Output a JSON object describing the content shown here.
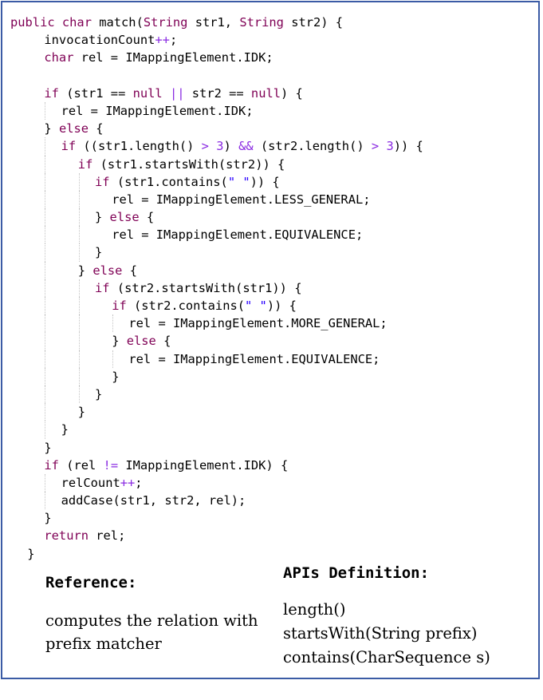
{
  "code_lines": [
    {
      "indent": 0,
      "segments": [
        {
          "t": "public",
          "c": "kw"
        },
        {
          "t": " "
        },
        {
          "t": "char",
          "c": "kw"
        },
        {
          "t": " match("
        },
        {
          "t": "String",
          "c": "kw"
        },
        {
          "t": " str1, "
        },
        {
          "t": "String",
          "c": "kw"
        },
        {
          "t": " str2) {"
        }
      ]
    },
    {
      "indent": 2,
      "segments": [
        {
          "t": "invocationCount"
        },
        {
          "t": "++",
          "c": "op"
        },
        {
          "t": ";"
        }
      ]
    },
    {
      "indent": 2,
      "segments": [
        {
          "t": "char",
          "c": "kw"
        },
        {
          "t": " rel = IMappingElement.IDK;"
        }
      ]
    },
    {
      "indent": 0,
      "segments": []
    },
    {
      "indent": 2,
      "segments": [
        {
          "t": "if",
          "c": "kw"
        },
        {
          "t": " (str1 == "
        },
        {
          "t": "null",
          "c": "kw"
        },
        {
          "t": " "
        },
        {
          "t": "||",
          "c": "op"
        },
        {
          "t": " str2 == "
        },
        {
          "t": "null",
          "c": "kw"
        },
        {
          "t": ") {"
        }
      ]
    },
    {
      "indent": 3,
      "segments": [
        {
          "t": "rel = IMappingElement.IDK;"
        }
      ]
    },
    {
      "indent": 2,
      "segments": [
        {
          "t": "} "
        },
        {
          "t": "else",
          "c": "kw"
        },
        {
          "t": " {"
        }
      ]
    },
    {
      "indent": 3,
      "segments": [
        {
          "t": "if",
          "c": "kw"
        },
        {
          "t": " ((str1.length() "
        },
        {
          "t": ">",
          "c": "op"
        },
        {
          "t": " "
        },
        {
          "t": "3",
          "c": "num"
        },
        {
          "t": ") "
        },
        {
          "t": "&&",
          "c": "op"
        },
        {
          "t": " (str2.length() "
        },
        {
          "t": ">",
          "c": "op"
        },
        {
          "t": " "
        },
        {
          "t": "3",
          "c": "num"
        },
        {
          "t": ")) {"
        }
      ]
    },
    {
      "indent": 4,
      "segments": [
        {
          "t": "if",
          "c": "kw"
        },
        {
          "t": " (str1.startsWith(str2)) {"
        }
      ]
    },
    {
      "indent": 5,
      "segments": [
        {
          "t": "if",
          "c": "kw"
        },
        {
          "t": " (str1.contains("
        },
        {
          "t": "\" \"",
          "c": "str"
        },
        {
          "t": ")) {"
        }
      ]
    },
    {
      "indent": 6,
      "segments": [
        {
          "t": "rel = IMappingElement.LESS_GENERAL;"
        }
      ]
    },
    {
      "indent": 5,
      "segments": [
        {
          "t": "} "
        },
        {
          "t": "else",
          "c": "kw"
        },
        {
          "t": " {"
        }
      ]
    },
    {
      "indent": 6,
      "segments": [
        {
          "t": "rel = IMappingElement.EQUIVALENCE;"
        }
      ]
    },
    {
      "indent": 5,
      "segments": [
        {
          "t": "}"
        }
      ]
    },
    {
      "indent": 4,
      "segments": [
        {
          "t": "} "
        },
        {
          "t": "else",
          "c": "kw"
        },
        {
          "t": " {"
        }
      ]
    },
    {
      "indent": 5,
      "segments": [
        {
          "t": "if",
          "c": "kw"
        },
        {
          "t": " (str2.startsWith(str1)) {"
        }
      ]
    },
    {
      "indent": 6,
      "segments": [
        {
          "t": "if",
          "c": "kw"
        },
        {
          "t": " (str2.contains("
        },
        {
          "t": "\" \"",
          "c": "str"
        },
        {
          "t": ")) {"
        }
      ]
    },
    {
      "indent": 7,
      "segments": [
        {
          "t": "rel = IMappingElement.MORE_GENERAL;"
        }
      ]
    },
    {
      "indent": 6,
      "segments": [
        {
          "t": "} "
        },
        {
          "t": "else",
          "c": "kw"
        },
        {
          "t": " {"
        }
      ]
    },
    {
      "indent": 7,
      "segments": [
        {
          "t": "rel = IMappingElement.EQUIVALENCE;"
        }
      ]
    },
    {
      "indent": 6,
      "segments": [
        {
          "t": "}"
        }
      ]
    },
    {
      "indent": 5,
      "segments": [
        {
          "t": "}"
        }
      ]
    },
    {
      "indent": 4,
      "segments": [
        {
          "t": "}"
        }
      ]
    },
    {
      "indent": 3,
      "segments": [
        {
          "t": "}"
        }
      ]
    },
    {
      "indent": 2,
      "segments": [
        {
          "t": "}"
        }
      ]
    },
    {
      "indent": 2,
      "segments": [
        {
          "t": "if",
          "c": "kw"
        },
        {
          "t": " (rel "
        },
        {
          "t": "!=",
          "c": "op"
        },
        {
          "t": " IMappingElement.IDK) {"
        }
      ]
    },
    {
      "indent": 3,
      "segments": [
        {
          "t": "relCount"
        },
        {
          "t": "++",
          "c": "op"
        },
        {
          "t": ";"
        }
      ]
    },
    {
      "indent": 3,
      "segments": [
        {
          "t": "addCase(str1, str2, rel);"
        }
      ]
    },
    {
      "indent": 2,
      "segments": [
        {
          "t": "}"
        }
      ]
    },
    {
      "indent": 2,
      "segments": [
        {
          "t": "return",
          "c": "kw"
        },
        {
          "t": " rel;"
        }
      ]
    },
    {
      "indent": 1,
      "segments": [
        {
          "t": "}"
        }
      ]
    }
  ],
  "reference": {
    "title": "Reference:",
    "text": "computes the relation with prefix matcher"
  },
  "apis": {
    "title": "APIs Definition:",
    "items": [
      "length()",
      "startsWith(String prefix)",
      "contains(CharSequence s)"
    ]
  },
  "colors": {
    "keyword": "#7f0055",
    "operator": "#8a2be2",
    "string": "#2a00ff",
    "frame_border": "#3b5ba5"
  }
}
